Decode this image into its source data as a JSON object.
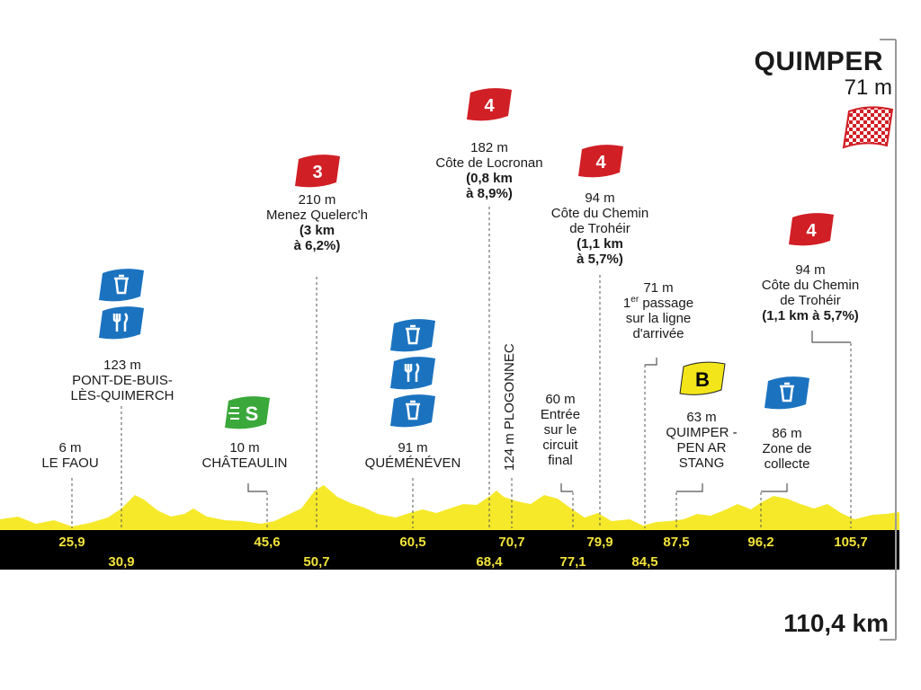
{
  "finish": {
    "name": "QUIMPER",
    "altitude": "71 m"
  },
  "total_distance": "110,4 km",
  "km_markers_top": [
    "25,9",
    "45,6",
    "60,5",
    "70,7",
    "79,9",
    "87,5",
    "96,2",
    "105,7"
  ],
  "km_markers_bottom": [
    "30,9",
    "50,7",
    "68,4",
    "77,1",
    "84,5"
  ],
  "places": [
    {
      "id": "le-faou",
      "lines": [
        "6 m",
        "LE FAOU"
      ]
    },
    {
      "id": "pont-de-buis",
      "lines": [
        "123 m",
        "PONT-DE-BUIS-",
        "LÈS-QUIMERCH"
      ]
    },
    {
      "id": "chateaulin",
      "lines": [
        "10 m",
        "CHÂTEAULIN"
      ]
    },
    {
      "id": "quemeneven",
      "lines": [
        "91 m",
        "QUÉMÉNÉVEN"
      ]
    },
    {
      "id": "plogonnec",
      "lines": [
        "124 m PLOGONNEC"
      ]
    },
    {
      "id": "circuit-entry",
      "lines": [
        "60 m",
        "Entrée",
        "sur le",
        "circuit",
        "final"
      ]
    },
    {
      "id": "quimper-pen-ar-stang",
      "lines": [
        "63 m",
        "QUIMPER -",
        "PEN AR",
        "STANG"
      ]
    },
    {
      "id": "collection-zone",
      "lines": [
        "86 m",
        "Zone de",
        "collecte"
      ]
    }
  ],
  "climbs": [
    {
      "id": "menez",
      "category": "3",
      "lines": [
        "210 m",
        "Menez Quelerc'h"
      ],
      "bold": [
        "(3 km",
        "à 6,2%)"
      ]
    },
    {
      "id": "locronan",
      "category": "4",
      "lines": [
        "182 m",
        "Côte de Locronan"
      ],
      "bold": [
        "(0,8 km",
        "à 8,9%)"
      ]
    },
    {
      "id": "troheir-1",
      "category": "4",
      "lines": [
        "94 m",
        "Côte du Chemin",
        "de Trohéir"
      ],
      "bold": [
        "(1,1 km",
        "à 5,7%)"
      ]
    },
    {
      "id": "troheir-2",
      "category": "4",
      "lines": [
        "94 m",
        "Côte du Chemin",
        "de Trohéir"
      ],
      "bold": [
        "(1,1 km à 5,7%)"
      ]
    }
  ],
  "first_passage": {
    "altitude": "71 m",
    "ordinal": "1",
    "ordinal_sup": "er",
    "rest": " passage",
    "lines": [
      "sur la ligne",
      "d'arrivée"
    ]
  },
  "sprint_badge": "S",
  "bonus_badge": "B",
  "colors": {
    "climb": "#d11f26",
    "feed": "#1b73c0",
    "sprint": "#3aa83a",
    "bonus": "#f2e61a",
    "terrain": "#f5e92a",
    "band": "#000000"
  }
}
